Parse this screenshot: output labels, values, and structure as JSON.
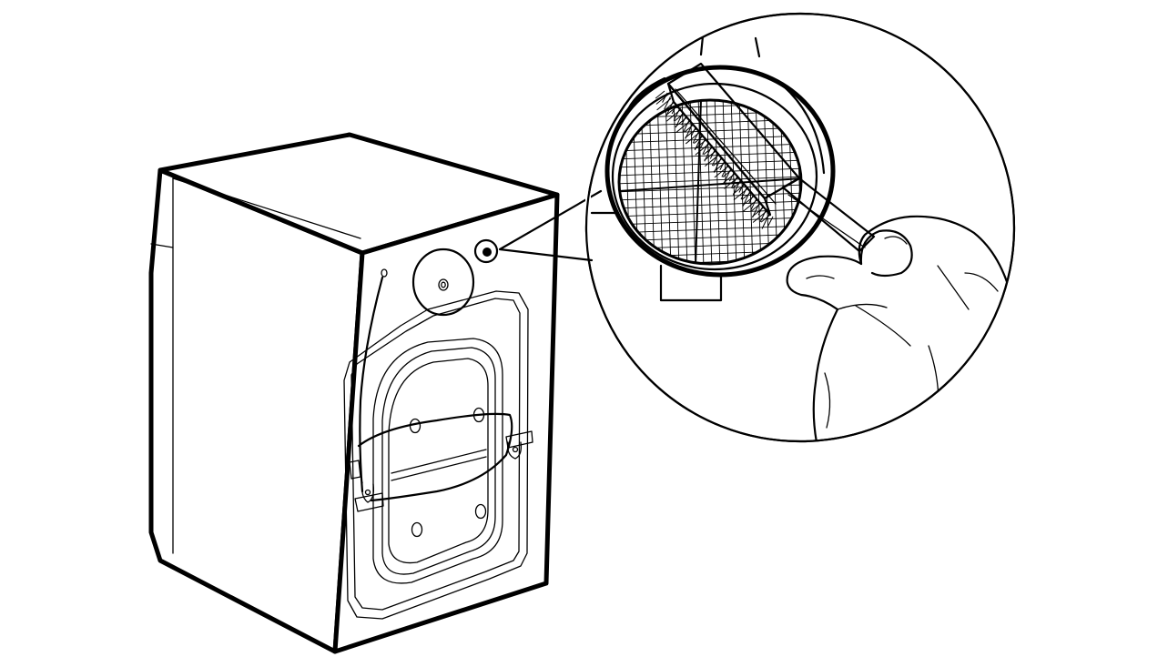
{
  "figure": {
    "subject": "washing-machine-rear-inlet-filter-cleaning",
    "colors": {
      "line": "#000000",
      "background": "#ffffff"
    },
    "parts": {
      "machine": "washing-machine-cabinet",
      "inlet_valve": "water-inlet-valve",
      "zoom_callout": "magnified-detail-circle",
      "filter": "mesh-filter-screen",
      "tool": "cleaning-brush",
      "hand": "hand-holding-brush",
      "transit_bracket": "transit-bolt-bracket"
    }
  }
}
